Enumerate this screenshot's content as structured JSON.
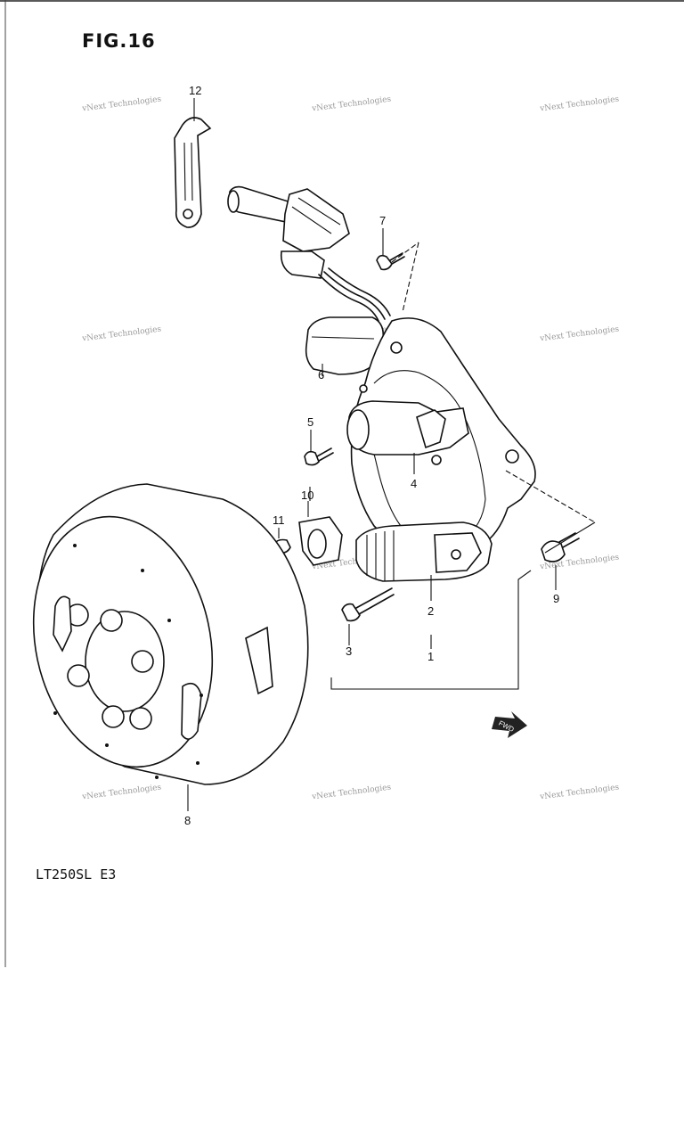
{
  "figure_label": "FIG.16",
  "model_code": "LT250SL  E3",
  "watermark": "vNext Technologies",
  "direction_marker": "FWD",
  "callouts": {
    "p1": "1",
    "p2": "2",
    "p3": "3",
    "p4": "4",
    "p5": "5",
    "p6": "6",
    "p7": "7",
    "p8": "8",
    "p9": "9",
    "p10": "10",
    "p11": "11",
    "p12": "12"
  }
}
